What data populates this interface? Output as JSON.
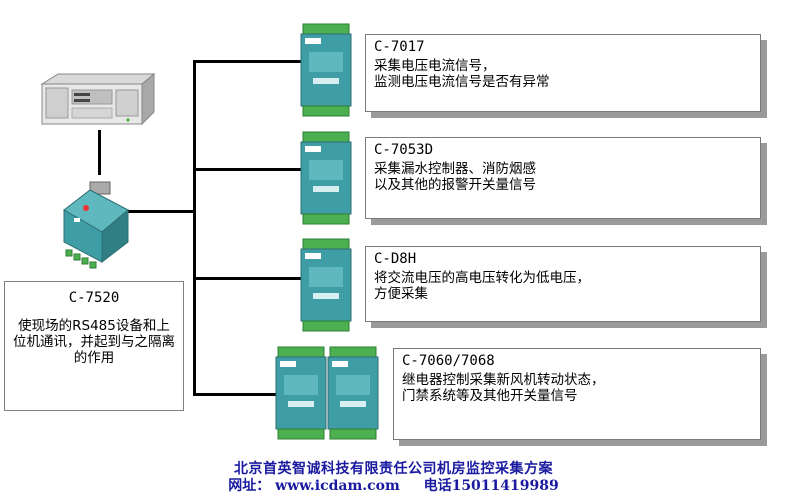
{
  "converter": {
    "model": "C-7520",
    "desc": "使现场的RS485设备和上位机通讯，并起到与之隔离的作用"
  },
  "modules": [
    {
      "model": "C-7017",
      "line1": "采集电压电流信号，",
      "line2": "监测电压电流信号是否有异常"
    },
    {
      "model": "C-7053D",
      "line1": "采集漏水控制器、消防烟感",
      "line2": "以及其他的报警开关量信号"
    },
    {
      "model": "C-D8H",
      "line1": "将交流电压的高电压转化为低电压，",
      "line2": "方便采集"
    },
    {
      "model": "C-7060/7068",
      "line1": "继电器控制采集新风机转动状态，",
      "line2": "门禁系统等及其他开关量信号"
    }
  ],
  "footer": {
    "title": "北京首英智诚科技有限责任公司机房监控采集方案",
    "web_label": "网址：",
    "website": "www.icdam.com",
    "phone_label": "电话",
    "phone": "15011419989"
  },
  "colors": {
    "module_body": "#3f9ea5",
    "terminal": "#4caf50",
    "footer_text": "#1a1aa0"
  }
}
